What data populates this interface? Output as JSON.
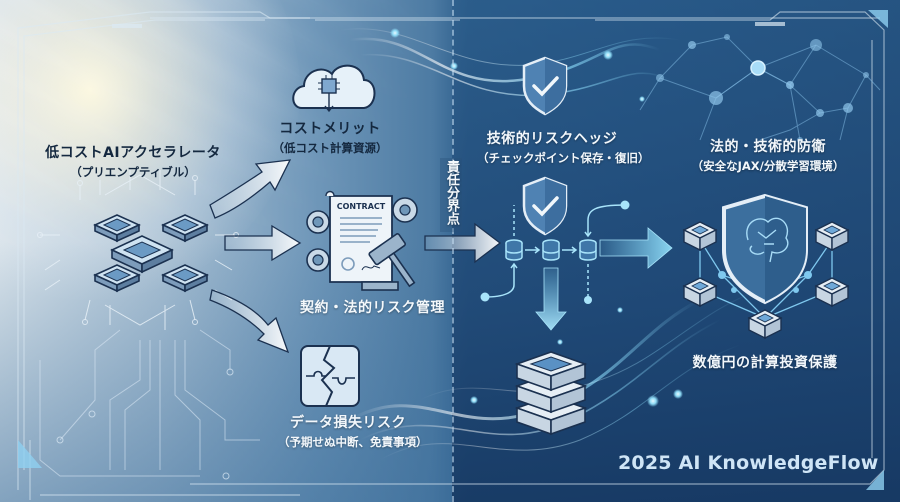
{
  "diagram": {
    "type": "infographic-flow",
    "theme_colors": {
      "left_bg": "#a9c0d3",
      "right_bg": "#245384",
      "accent_glow": "#7fd3f5",
      "icon_outline": "#1b3150",
      "icon_fill": "#cfe3f2"
    },
    "source_node": {
      "title": "低コストAIアクセラレータ",
      "subtitle": "（プリエンプティブル）",
      "icon": "chip-cluster-icon"
    },
    "left_branches": [
      {
        "title": "コストメリット",
        "subtitle": "（低コスト計算資源）",
        "icon": "cloud-chip-icon"
      },
      {
        "title": "契約・法的リスク管理",
        "subtitle": "",
        "icon": "contract-gavel-icon",
        "icon_text": "CONTRACT"
      },
      {
        "title": "データ損失リスク",
        "subtitle": "（予期せぬ中断、免責事項）",
        "icon": "broken-puzzle-icon"
      }
    ],
    "boundary_label": "責任分界点",
    "technical_hedge": {
      "title": "技術的リスクヘッジ",
      "subtitle": "（チェックポイント保存・復旧）",
      "icons": [
        "shield-check-icon",
        "shield-check-icon",
        "database-chain-icon",
        "server-stack-icon"
      ]
    },
    "defense": {
      "title": "法的・技術的防衛",
      "subtitle": "（安全なJAX/分散学習環境）",
      "icon": "brain-shield-network-icon"
    },
    "outcome": {
      "title": "数億円の計算投資保護"
    },
    "footer": {
      "brand": "2025 AI KnowledgeFlow"
    }
  }
}
